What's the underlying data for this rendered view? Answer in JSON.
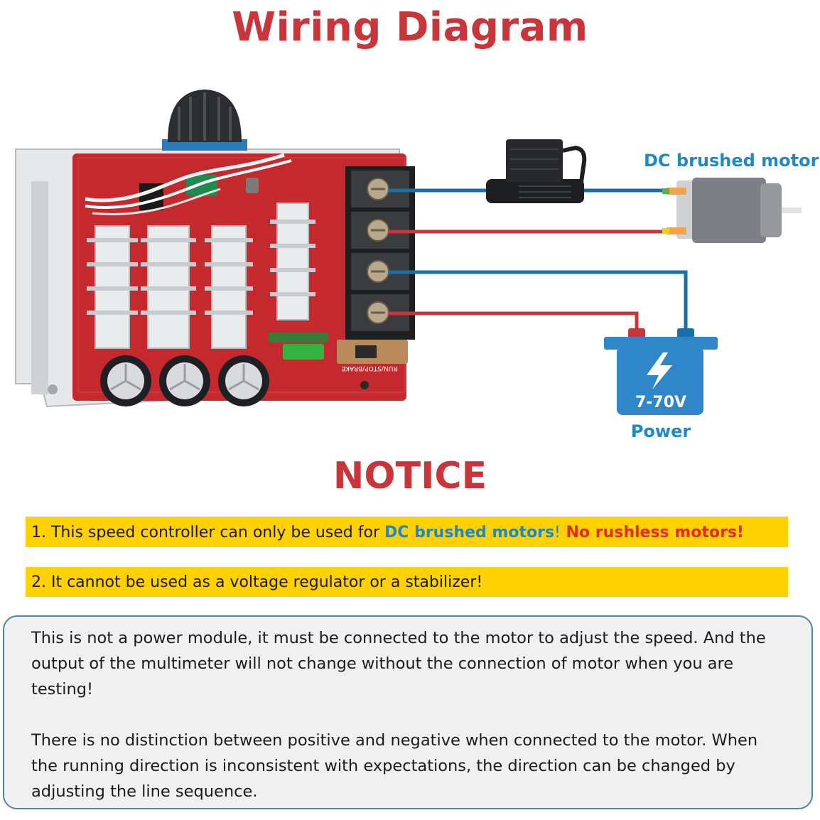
{
  "title": "Wiring Diagram",
  "labels": {
    "motor": "DC brushed motor",
    "voltage": "7-70V",
    "power": "Power"
  },
  "board": {
    "switch_label": "RUN/STOP/BRAKE"
  },
  "colors": {
    "accent_red": "#c8353a",
    "accent_blue": "#1f88c6",
    "highlight_bar": "#fed100",
    "wire_blue": "#1a6fa8",
    "wire_red": "#c8353a"
  },
  "notice": {
    "heading": "NOTICE",
    "item1": {
      "prefix": "1. This speed controller can only be used for ",
      "blue": "DC brushed motors",
      "sep": "!",
      "red": " No rushless motors!"
    },
    "item2": "2. It cannot be used as a voltage regulator or a stabilizer!"
  },
  "info": {
    "p1": "This is not a power module, it must be connected to the motor to adjust the speed. And the output of the multimeter will not change without the connection of motor when you are testing!",
    "p2": "There is no distinction between positive and negative when connected to the motor. When the running direction is inconsistent with expectations, the direction can be changed by adjusting the line sequence."
  },
  "icons": [
    "lightning-bolt-icon"
  ]
}
